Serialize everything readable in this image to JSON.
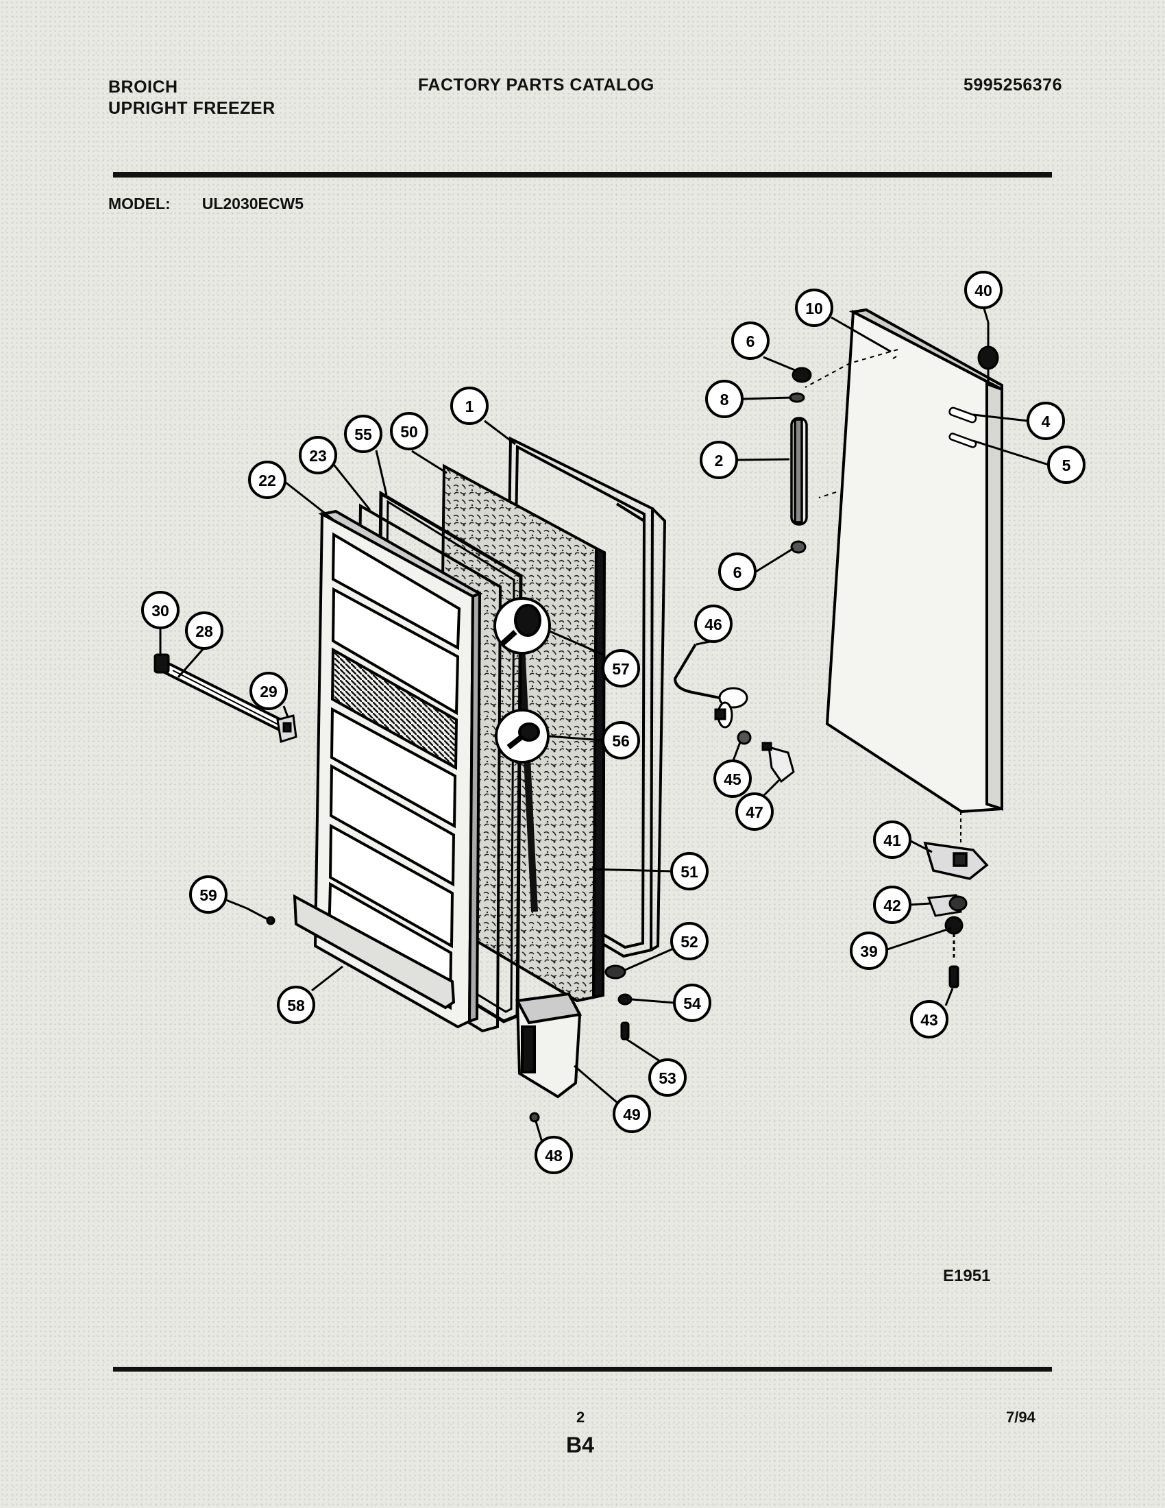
{
  "header": {
    "brand": "BROICH",
    "product": "UPRIGHT FREEZER",
    "title": "FACTORY PARTS CATALOG",
    "catalog_number": "5995256376"
  },
  "model": {
    "label": "MODEL:",
    "value": "UL2030ECW5"
  },
  "callouts": [
    {
      "num": "1"
    },
    {
      "num": "2"
    },
    {
      "num": "4"
    },
    {
      "num": "5"
    },
    {
      "num": "6"
    },
    {
      "num": "6"
    },
    {
      "num": "8"
    },
    {
      "num": "10"
    },
    {
      "num": "22"
    },
    {
      "num": "23"
    },
    {
      "num": "28"
    },
    {
      "num": "29"
    },
    {
      "num": "30"
    },
    {
      "num": "39"
    },
    {
      "num": "40"
    },
    {
      "num": "41"
    },
    {
      "num": "42"
    },
    {
      "num": "43"
    },
    {
      "num": "45"
    },
    {
      "num": "46"
    },
    {
      "num": "47"
    },
    {
      "num": "48"
    },
    {
      "num": "49"
    },
    {
      "num": "50"
    },
    {
      "num": "51"
    },
    {
      "num": "52"
    },
    {
      "num": "53"
    },
    {
      "num": "54"
    },
    {
      "num": "55"
    },
    {
      "num": "56"
    },
    {
      "num": "57"
    },
    {
      "num": "58"
    },
    {
      "num": "59"
    }
  ],
  "footer": {
    "diagram_code": "E1951",
    "page_number": "2",
    "section": "B4",
    "date": "7/94"
  }
}
